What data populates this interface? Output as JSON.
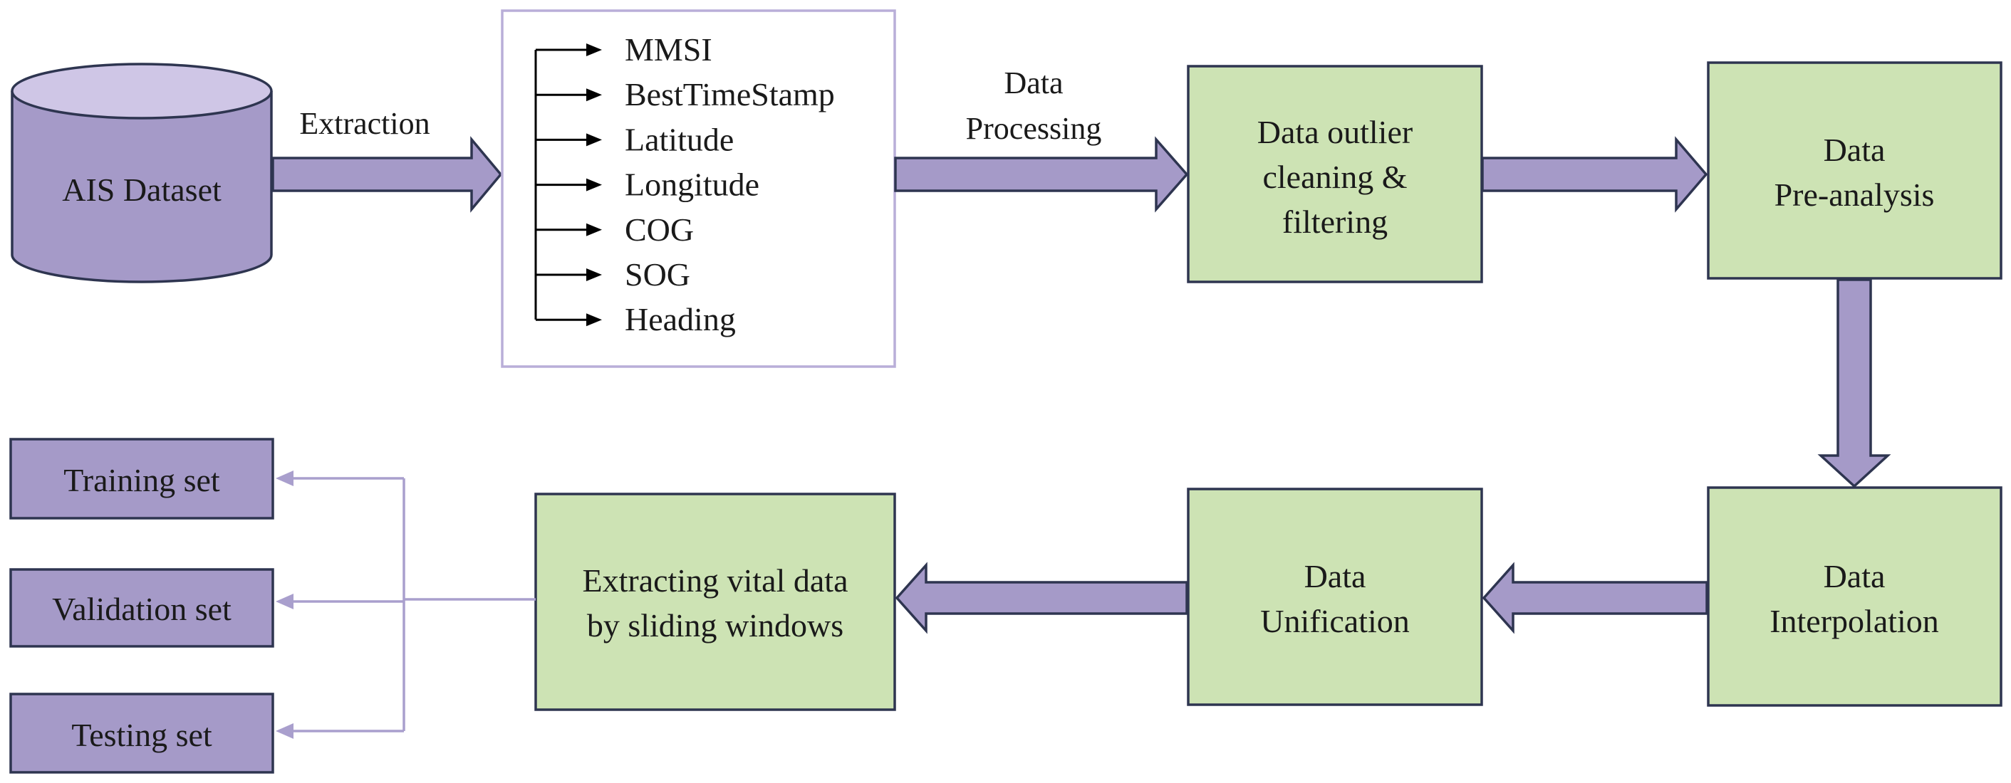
{
  "source": {
    "label": "AIS Dataset"
  },
  "edges": {
    "extraction": "Extraction",
    "processing": [
      "Data",
      "Processing"
    ]
  },
  "fields": [
    "MMSI",
    "BestTimeStamp",
    "Latitude",
    "Longitude",
    "COG",
    "SOG",
    "Heading"
  ],
  "steps": {
    "cleaning": [
      "Data outlier",
      "cleaning &",
      "filtering"
    ],
    "preanalysis": [
      "Data",
      "Pre-analysis"
    ],
    "interpolation": [
      "Data",
      "Interpolation"
    ],
    "unification": [
      "Data",
      "Unification"
    ],
    "extracting": [
      "Extracting vital data",
      "by sliding windows"
    ]
  },
  "outputs": [
    "Training set",
    "Validation set",
    "Testing set"
  ],
  "colors": {
    "green": "#cde3b4",
    "purple": "#a59ac8",
    "outline": "#2e3550",
    "thin": "#a99fcd"
  }
}
